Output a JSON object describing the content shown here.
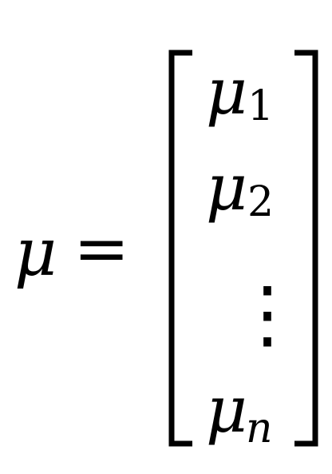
{
  "equation": {
    "lhs_symbol": "μ",
    "equals_sign": "=",
    "vector_entries": [
      {
        "base": "μ",
        "subscript": "1"
      },
      {
        "base": "μ",
        "subscript": "2"
      },
      {
        "base": "μ",
        "subscript": "n"
      }
    ],
    "ellipsis": "⋮"
  }
}
